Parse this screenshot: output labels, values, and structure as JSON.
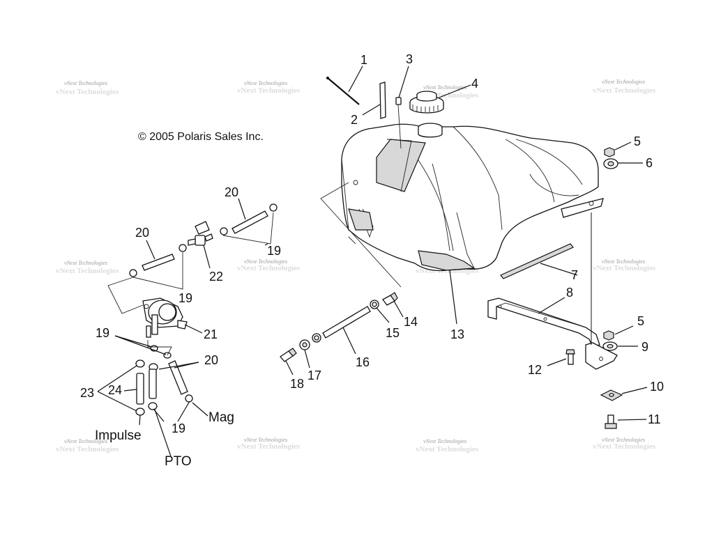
{
  "copyright": "© 2005 Polaris Sales Inc.",
  "watermark": "vNext Technologies",
  "callouts": [
    "1",
    "2",
    "3",
    "4",
    "5",
    "6",
    "7",
    "8",
    "5",
    "9",
    "10",
    "11",
    "12",
    "13",
    "14",
    "15",
    "16",
    "17",
    "18",
    "19",
    "19",
    "19",
    "19",
    "20",
    "20",
    "20",
    "21",
    "22",
    "23",
    "24"
  ],
  "words": {
    "impulse": "Impulse",
    "pto": "PTO",
    "mag": "Mag"
  }
}
